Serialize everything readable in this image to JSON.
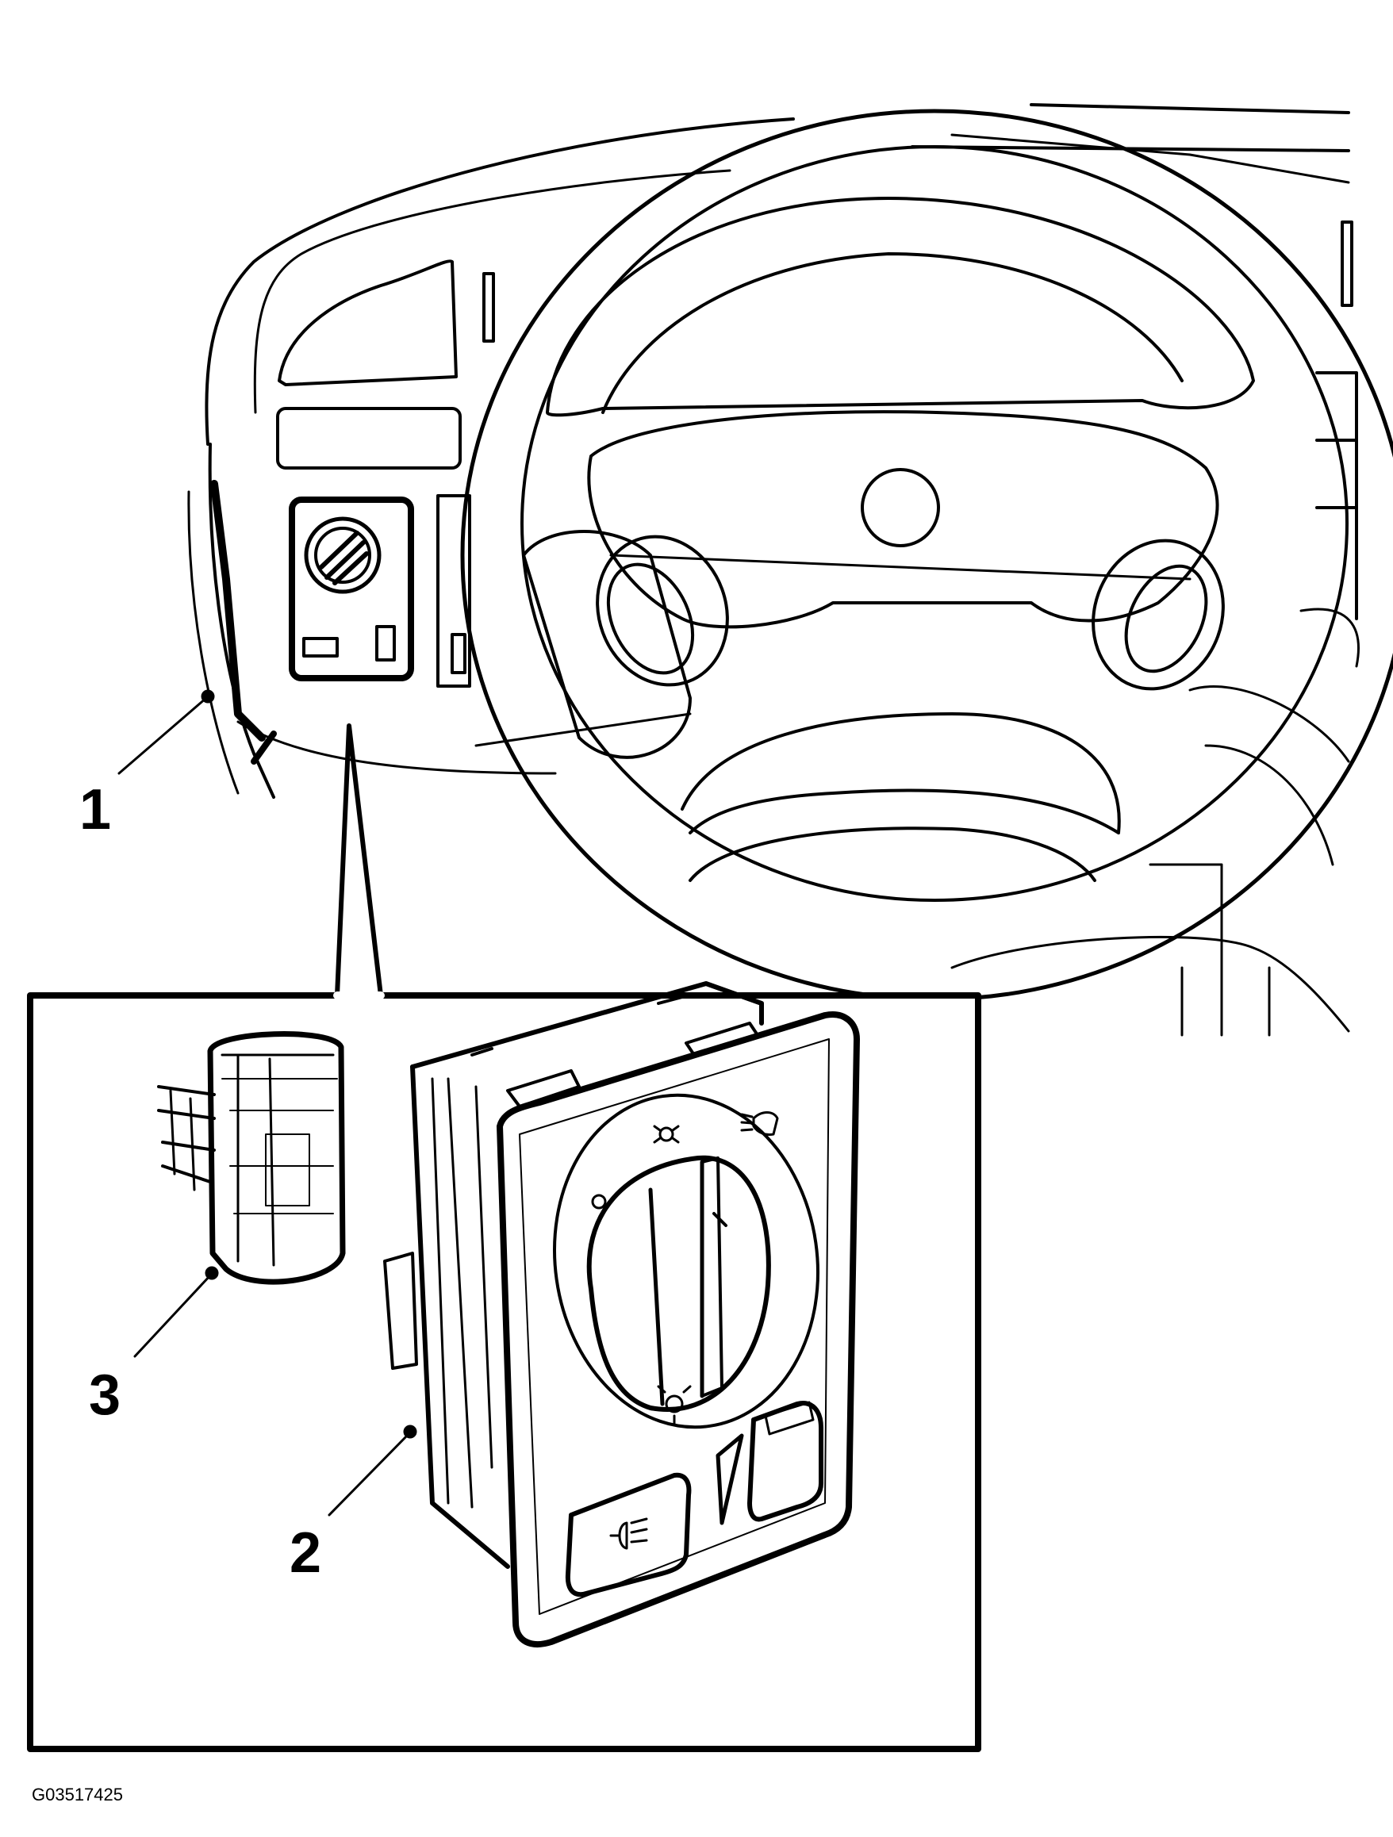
{
  "figure_id": "G03517425",
  "callouts": {
    "one": "1",
    "two": "2",
    "three": "3"
  },
  "colors": {
    "line": "#000000",
    "background": "#ffffff"
  },
  "icons": [
    "light-switch-rotary-knob",
    "fog-light-icon",
    "parking-light-icon",
    "headlight-icon"
  ]
}
